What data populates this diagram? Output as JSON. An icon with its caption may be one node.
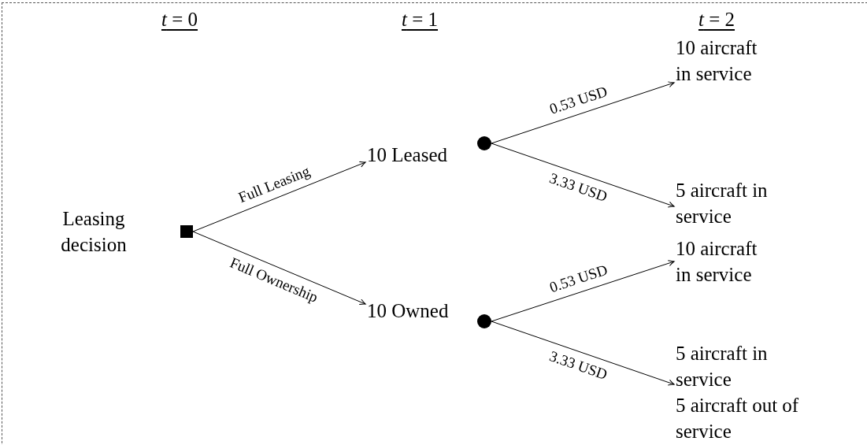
{
  "diagram": {
    "nodes": [
      {
        "text": [],
        "shape": "box",
        "beside": [
          "Leasing decision"
        ]
      },
      {
        "text": [
          "10 Leased"
        ]
      },
      {
        "text": [],
        "shape": "circle"
      },
      {
        "text": [
          "10 Owned"
        ]
      },
      {
        "text": [],
        "shape": "circle"
      },
      {
        "text": [
          "10 aircraft in service"
        ]
      },
      {
        "text": [
          "5 aircraft in service"
        ]
      },
      {
        "text": [
          "10 aircraft in service"
        ]
      },
      {
        "text": [
          "5 aircraft in service",
          "5 aircraft out of service"
        ]
      }
    ],
    "edges": [
      {
        "from": 0,
        "to": 1,
        "arrow": "to",
        "label": "Full Leasing"
      },
      {
        "from": 0,
        "to": 3,
        "arrow": "to",
        "label": "Full Ownership"
      },
      {
        "from": 2,
        "to": 5,
        "arrow": "to",
        "label": "0.53 USD"
      },
      {
        "from": 2,
        "to": 6,
        "arrow": "to",
        "label": "3.33 USD"
      },
      {
        "from": 4,
        "to": 7,
        "arrow": "to",
        "label": "0.53 USD"
      },
      {
        "from": 4,
        "to": 8,
        "arrow": "to",
        "label": "3.33 USD"
      }
    ],
    "labels": [
      "*t* = 0",
      "*t* = 1",
      "*t* = 2"
    ]
  }
}
